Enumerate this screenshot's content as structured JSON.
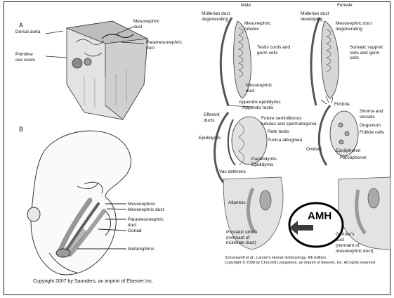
{
  "panel_a": {
    "letter": "A",
    "labels": {
      "dorsal_aorta": "Dorsal aorta",
      "primitive_sex_cords": "Primitive\nsex cords",
      "mesonephric_duct": "Mesonephric\nduct",
      "paramesonephric_duct": "Paramesonephric\nduct"
    }
  },
  "panel_b": {
    "letter": "B",
    "labels": {
      "mesonephros": "Mesonephros",
      "mesonephric_duct": "Mesonephric duct",
      "paramesonephric_duct": "Paramesonephric\nduct",
      "gonad": "Gonad",
      "metanephros": "Metanephros"
    },
    "copyright": "Copyright 2007 by Saunders, an imprint of Elsevier Inc."
  },
  "right": {
    "male_header": "Male",
    "female_header": "Female",
    "male_top": {
      "mullerian_degenerating": "Müllerian duct\ndegenerating",
      "mesonephric_tubules": "Mesonephric\ntubules",
      "testis_cords": "Testis cords and\ngerm cells",
      "mesonephric_duct": "Mesonephric\nduct"
    },
    "female_top": {
      "mullerian_developing": "Müllerian duct\ndeveloping",
      "mesonephric_degenerating": "Mesonephric duct\ndegenerating",
      "somatic_support": "Somatic support\ncells and germ\ncells"
    },
    "male_mid": {
      "appendix_epididymis": "Appendix epididymis",
      "appendix_testis": "Appendix testis",
      "efferent_ducts": "Efferent\nducts",
      "future_seminiferous": "Future seminiferous\ntubules and spermatogonia",
      "rete_testis": "Rete testis",
      "tunica_albuginea": "Tunica albuginea",
      "epididymis_left": "Epididymis",
      "paradidymis": "Paradidymis",
      "epididymis": "Epididymis",
      "vas_deferens": "Vas deferens"
    },
    "female_mid": {
      "fimbria": "Fimbria",
      "stroma": "Stroma and\nvessels",
      "oogonium": "Oogonium",
      "follicle_cells": "Follicle cells",
      "oviduct": "Oviduct",
      "epoophoron": "Epoöphoron",
      "paroophoron": "Paroöphoron"
    },
    "bottom": {
      "allantois": "Allantois",
      "prostatic_utricle": "Prostatic utricle\n(remnant of\nmüllerian duct)",
      "gartners_duct": "Gartner's\nduct",
      "remnant_mesonephric": "(remnant of\nmesonephric duct)"
    },
    "citation": "Schoenwolf et al.: Larsen's Human Embryology, 4th Edition.\nCopyright © 2008 by Churchill Livingstone, an imprint of Elsevier, Inc. All rights reserved",
    "amh": "AMH"
  }
}
